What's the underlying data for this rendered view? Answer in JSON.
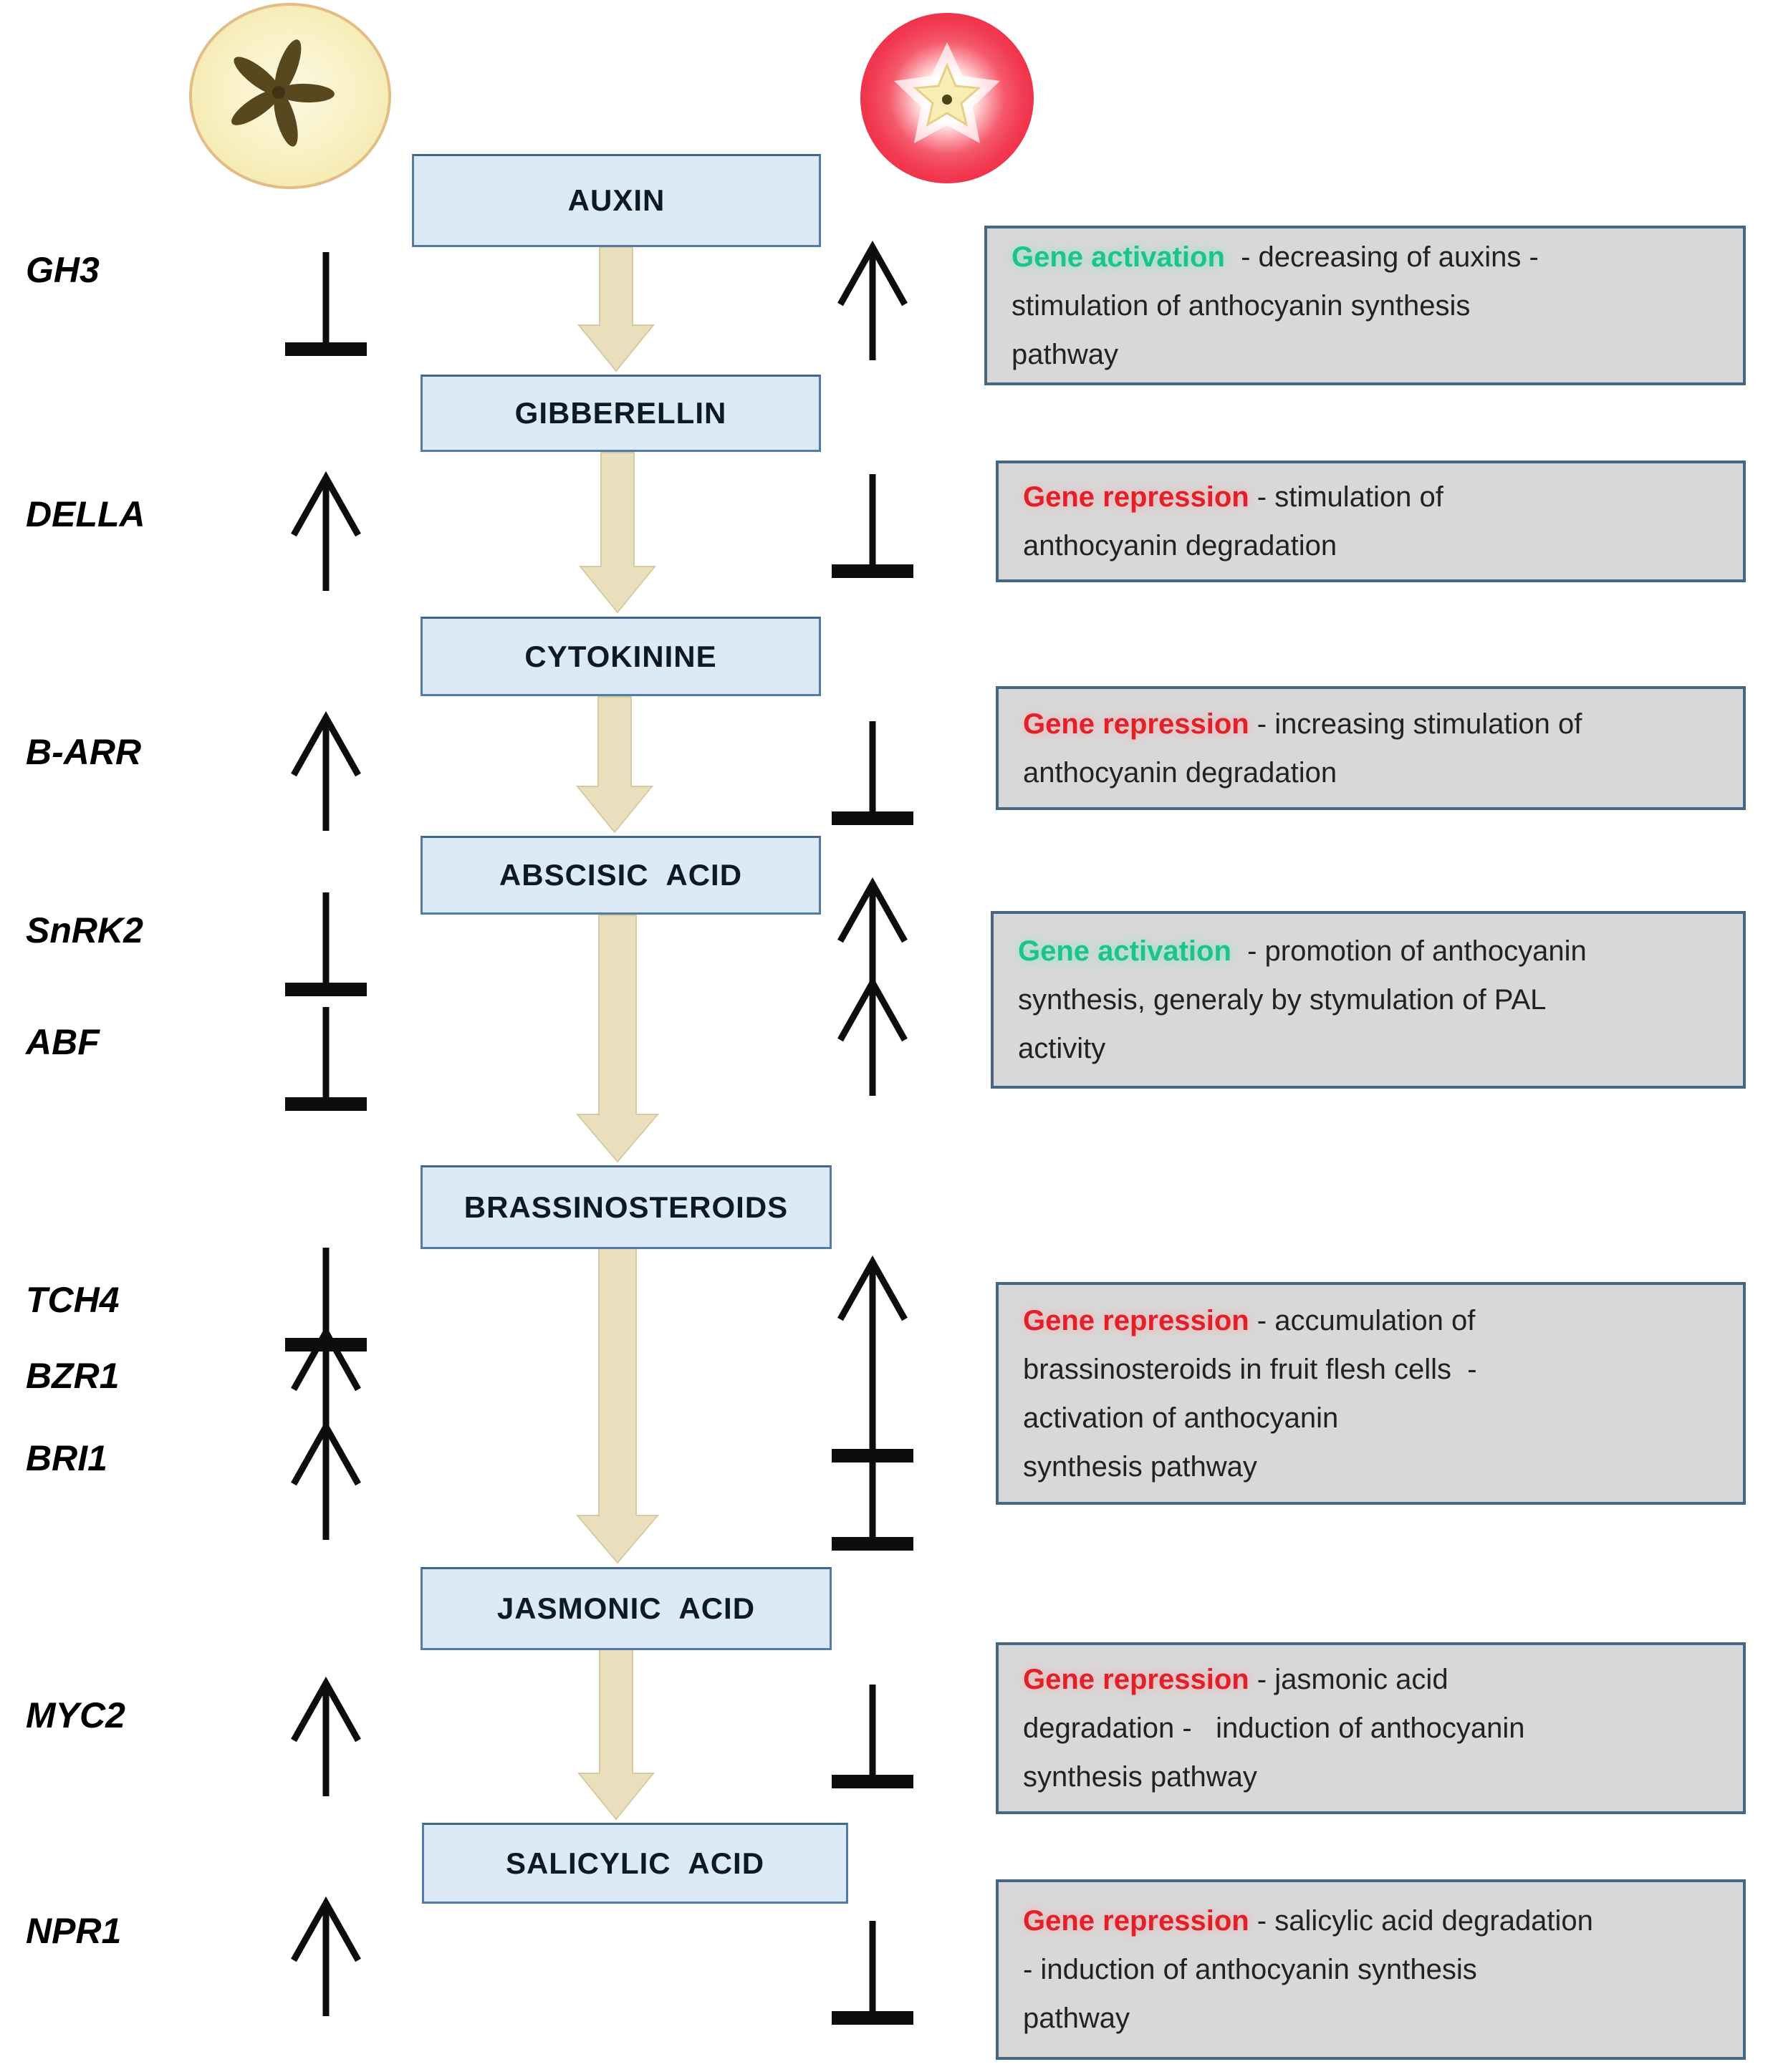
{
  "figure": {
    "description_icons": {
      "left_column_icon": "yellow apple cross-section",
      "right_column_icon": "red apple cross-section"
    }
  },
  "hormones": [
    {
      "label": "AUXIN"
    },
    {
      "label": "GIBBERELLIN"
    },
    {
      "label": "CYTOKININE"
    },
    {
      "label": "ABSCISIC  ACID"
    },
    {
      "label": "BRASSINOSTEROIDS"
    },
    {
      "label": "JASMONIC  ACID"
    },
    {
      "label": "SALICYLIC  ACID"
    }
  ],
  "genes": [
    {
      "name": "GH3",
      "left_symbol": "inhibition-bar",
      "right_symbol": "up-arrow"
    },
    {
      "name": "DELLA",
      "left_symbol": "up-arrow",
      "right_symbol": "inhibition-bar"
    },
    {
      "name": "B-ARR",
      "left_symbol": "up-arrow",
      "right_symbol": "inhibition-bar"
    },
    {
      "name": "SnRK2",
      "left_symbol": "inhibition-bar",
      "right_symbol": "up-arrow"
    },
    {
      "name": "ABF",
      "left_symbol": "inhibition-bar",
      "right_symbol": "up-arrow"
    },
    {
      "name": "TCH4",
      "left_symbol": "inhibition-bar",
      "right_symbol": "up-arrow"
    },
    {
      "name": "BZR1",
      "left_symbol": "up-arrow",
      "right_symbol": "inhibition-bar"
    },
    {
      "name": "BRI1",
      "left_symbol": "up-arrow",
      "right_symbol": "inhibition-bar"
    },
    {
      "name": "MYC2",
      "left_symbol": "up-arrow",
      "right_symbol": "inhibition-bar"
    },
    {
      "name": "NPR1",
      "left_symbol": "up-arrow",
      "right_symbol": "inhibition-bar"
    }
  ],
  "annotations": [
    {
      "highlight": "Gene activation",
      "type": "activation",
      "text": "  - decreasing of auxins -\nstimulation of anthocyanin synthesis\npathway"
    },
    {
      "highlight": "Gene repression",
      "type": "repression",
      "text": " - stimulation of\nanthocyanin degradation"
    },
    {
      "highlight": "Gene repression",
      "type": "repression",
      "text": " - increasing stimulation of\nanthocyanin degradation"
    },
    {
      "highlight": "Gene activation",
      "type": "activation",
      "text": "  - promotion of anthocyanin\nsynthesis, generaly by stymulation of PAL\nactivity"
    },
    {
      "highlight": "Gene repression",
      "type": "repression",
      "text": " - accumulation of\nbrassinosteroids in fruit flesh cells  -\nactivation of anthocyanin\nsynthesis pathway"
    },
    {
      "highlight": "Gene repression",
      "type": "repression",
      "text": " - jasmonic acid\ndegradation -   induction of anthocyanin\nsynthesis pathway"
    },
    {
      "highlight": "Gene repression",
      "type": "repression",
      "text": " - salicylic acid degradation\n- induction of anthocyanin synthesis\npathway"
    }
  ],
  "colors": {
    "activation_green": "#1cc48c",
    "repression_red": "#e2202a",
    "hormone_box_fill": "#dce9f6",
    "hormone_box_border": "#527ca6",
    "note_box_fill": "#d8d8d8",
    "note_box_border": "#466783",
    "flow_arrow_tan": "#e9dfbd",
    "symbol_black": "#0d0d0d",
    "yellow_apple": "#f8f1c6",
    "red_apple": "#ef3048"
  }
}
